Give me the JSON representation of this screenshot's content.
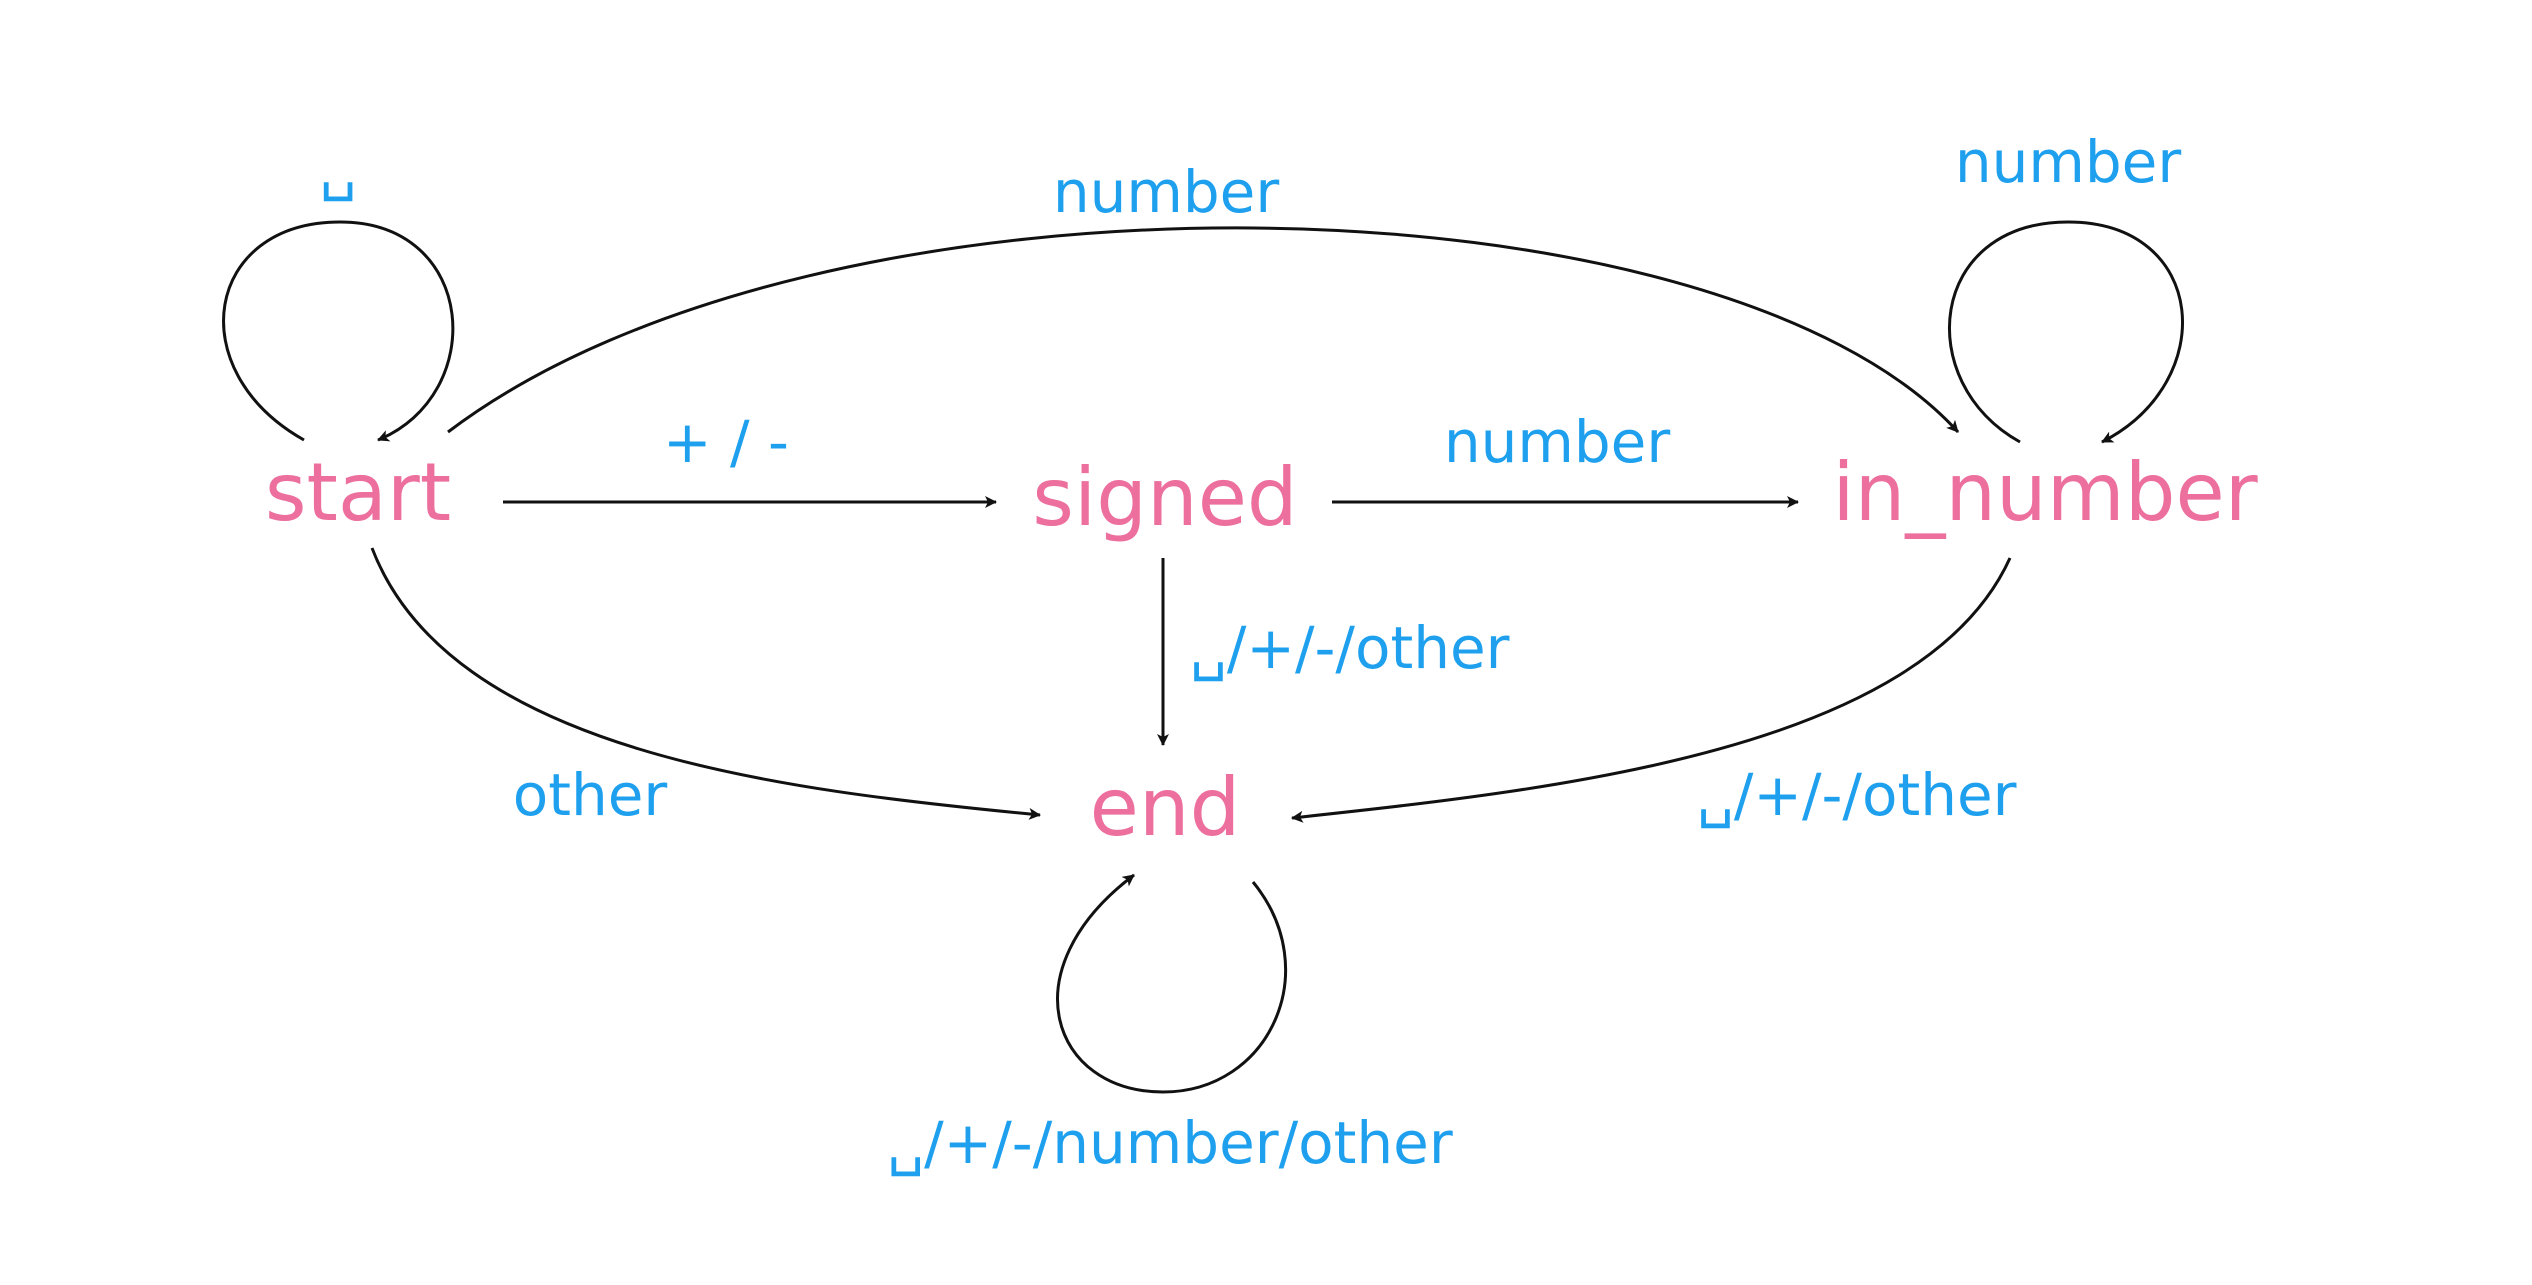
{
  "colors": {
    "state_text": "#ec6f9d",
    "edge_label_text": "#1ea0ee",
    "edge_line": "#111111",
    "background": "#ffffff"
  },
  "states": {
    "start": "start",
    "signed": "signed",
    "in_number": "in_number",
    "end": "end"
  },
  "transitions": {
    "start_self": "␣",
    "start_to_in_number": "number",
    "start_to_signed": "+ / -",
    "start_to_end": "other",
    "signed_to_in_number": "number",
    "signed_to_end": "␣/+/-/other",
    "in_number_self": "number",
    "in_number_to_end": "␣/+/-/other",
    "end_self": "␣/+/-/number/other"
  }
}
